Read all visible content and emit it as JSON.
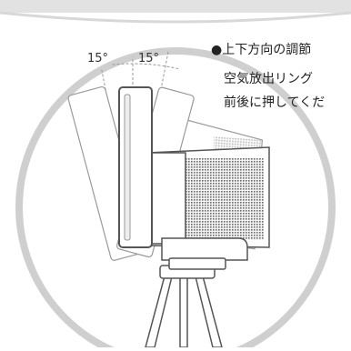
{
  "labels": {
    "angle_left": "15°",
    "angle_right": "15°"
  },
  "instructions": {
    "bullet": "●",
    "line1": "上下方向の調節",
    "line2": "空気放出リング",
    "line3": "前後に押してくだ"
  },
  "colors": {
    "ring": "#cfcfcf",
    "top_bar": "#e2e2e2",
    "outline": "#555555",
    "ghost_outline": "#9a9a9a",
    "grille": "#6e6e6e"
  }
}
